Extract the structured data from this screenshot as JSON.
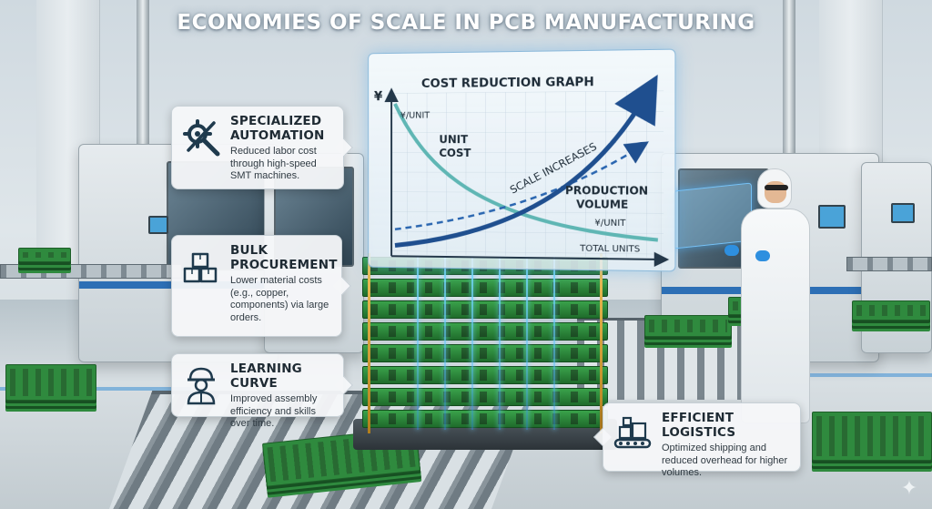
{
  "title": "ECONOMIES OF SCALE IN PCB MANUFACTURING",
  "graph": {
    "title": "COST REDUCTION GRAPH",
    "y_axis_symbol": "¥",
    "unit_cost_tag": "¥/UNIT",
    "unit_cost_label_line1": "UNIT",
    "unit_cost_label_line2": "COST",
    "scale_label": "SCALE INCREASES",
    "volume_label_line1": "PRODUCTION",
    "volume_label_line2": "VOLUME",
    "volume_tag": "¥/UNIT",
    "x_axis_label": "TOTAL UNITS",
    "colors": {
      "unit_cost": "#5fb6b4",
      "volume": "#1f4f8f",
      "accent": "#2a66b0"
    }
  },
  "cards": {
    "automation": {
      "icon": "gear-wrench-icon",
      "title_line1": "SPECIALIZED",
      "title_line2": "AUTOMATION",
      "text": "Reduced labor cost through high-speed SMT machines."
    },
    "procurement": {
      "icon": "boxes-icon",
      "title_line1": "BULK",
      "title_line2": "PROCUREMENT",
      "text": "Lower material costs (e.g., copper, components) via large orders."
    },
    "learning": {
      "icon": "worker-icon",
      "title": "LEARNING CURVE",
      "text": "Improved assembly efficiency and skills over time."
    },
    "logistics": {
      "icon": "conveyor-boxes-icon",
      "title": "EFFICIENT LOGISTICS",
      "text": "Optimized shipping and reduced overhead for higher volumes."
    }
  }
}
